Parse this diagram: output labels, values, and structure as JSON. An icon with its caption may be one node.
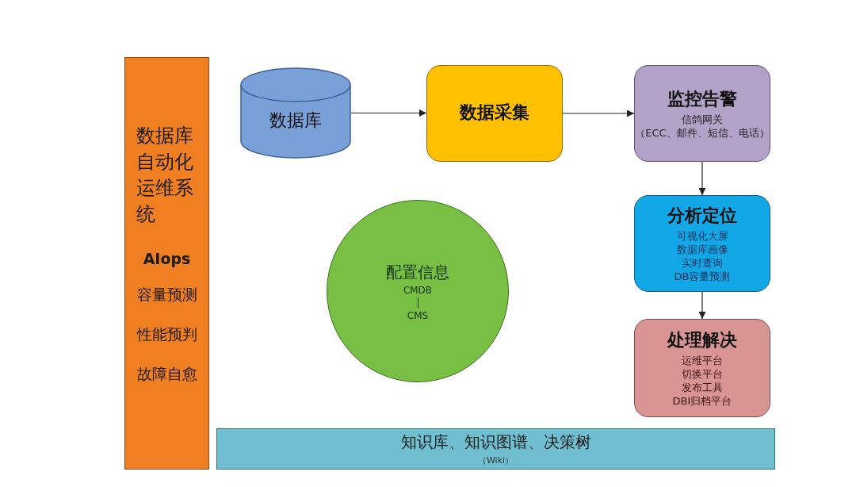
{
  "diagram": {
    "nodes": [
      {
        "text": [
          "数据库自动化运维系统",
          "AIops",
          "容量预测",
          "性能预判",
          "故障自愈"
        ]
      },
      {
        "text": [
          "数据库"
        ]
      },
      {
        "text": [
          "数据采集"
        ]
      },
      {
        "text": [
          "监控告警",
          "信鸽网关",
          "（ECC、邮件、短信、电话）"
        ]
      },
      {
        "text": [
          "分析定位",
          "可视化大屏",
          "数据库画像",
          "实时查询",
          "DB容量预测"
        ]
      },
      {
        "text": [
          "处理解决",
          "运维平台",
          "切换平台",
          "发布工具",
          "DBI归档平台"
        ]
      },
      {
        "text": [
          "配置信息",
          "CMDB",
          "CMS"
        ]
      },
      {
        "text": [
          "知识库、知识图谱、决策树",
          "（Wiki）"
        ]
      }
    ],
    "edges": [
      {
        "from": 1,
        "to": 2,
        "arrow": "to"
      },
      {
        "from": 2,
        "to": 3,
        "arrow": "to"
      },
      {
        "from": 3,
        "to": 4,
        "arrow": "to"
      },
      {
        "from": 4,
        "to": 5,
        "arrow": "to"
      }
    ]
  }
}
